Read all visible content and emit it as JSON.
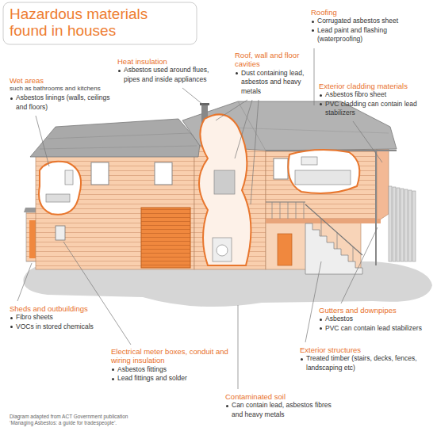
{
  "diagram": {
    "title": "Hazardous materials found in houses",
    "caption": "Diagram adapted from ACT Government publication ‘Managing Asbestos: a guide for tradespeople’.",
    "labels": [
      "Roofing",
      "Corrugated asbestos sheet",
      "Lead paint and flashing (waterproofing)",
      "Heat insulation",
      "Asbestos used around flues, pipes and inside appliances",
      "Roof, wall and floor cavities",
      "Dust containing lead, asbestos and heavy metals",
      "Wet areas",
      "such as bathrooms and kitchens",
      "Asbestos linings (walls, ceilings and floors)",
      "Exterior cladding materials",
      "Asbestos fibro sheet",
      "PVC cladding can contain lead stabilizers",
      "Sheds and outbuildings",
      "Fibro sheets",
      "VOCs in stored chemicals",
      "Gutters and downpipes",
      "Asbestos",
      "PVC can contain lead stabilizers",
      "Electrical meter boxes, conduit and wiring insulation",
      "Asbestos fittings",
      "Lead fittings and solder",
      "Exterior structures",
      "Treated timber (stairs, decks, fences, landscaping etc)",
      "Contaminated soil",
      "Can contain lead, asbestos fibres and heavy metals"
    ]
  }
}
